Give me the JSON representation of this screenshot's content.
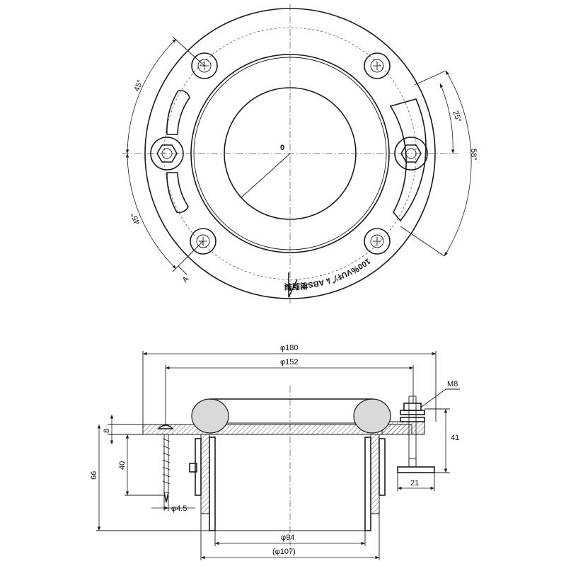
{
  "plan_view": {
    "center_label": "0",
    "angle_upper_left": "45°",
    "angle_lower_left": "45°",
    "angle_slot": "25°",
    "angle_right": "58°",
    "section_mark": "A",
    "engraving_text": "100％VUｷｿﾞﾑ ABS樹脂製"
  },
  "section_view": {
    "dim_outer_diameter": "φ180",
    "dim_ring_diameter": "φ152",
    "dim_bolt": "M8",
    "dim_bolt_height": "41",
    "dim_foot_width": "21",
    "dim_flange_thickness": "8",
    "dim_screw_length": "40",
    "dim_total_height": "66",
    "dim_screw_diameter": "φ4.5",
    "dim_pipe_inner": "φ94",
    "dim_pipe_outer": "(φ107)"
  }
}
